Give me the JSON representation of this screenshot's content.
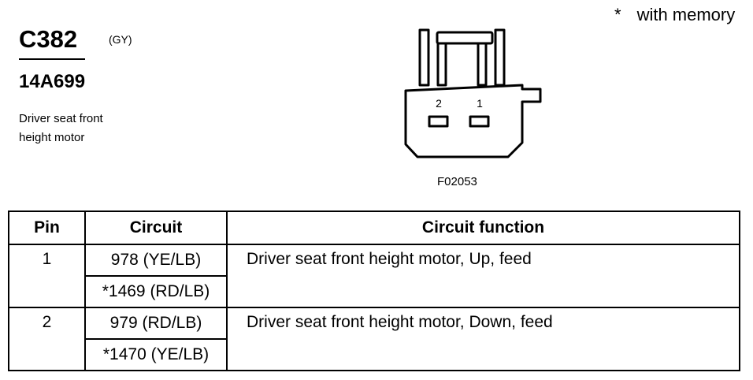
{
  "connector": {
    "code": "C382",
    "color": "(GY)",
    "part_number": "14A699",
    "description_line1": "Driver seat front",
    "description_line2": "height motor"
  },
  "legend": {
    "marker": "*",
    "text": "with memory"
  },
  "figure": {
    "id": "F02053",
    "pin_labels": [
      "2",
      "1"
    ]
  },
  "table": {
    "headers": {
      "pin": "Pin",
      "circuit": "Circuit",
      "function": "Circuit function"
    },
    "rows": [
      {
        "pin": "1",
        "circuits": [
          "978 (YE/LB)",
          "*1469 (RD/LB)"
        ],
        "function": "Driver seat front height motor, Up, feed"
      },
      {
        "pin": "2",
        "circuits": [
          "979 (RD/LB)",
          "*1470 (YE/LB)"
        ],
        "function": "Driver seat front height motor, Down, feed"
      }
    ]
  }
}
